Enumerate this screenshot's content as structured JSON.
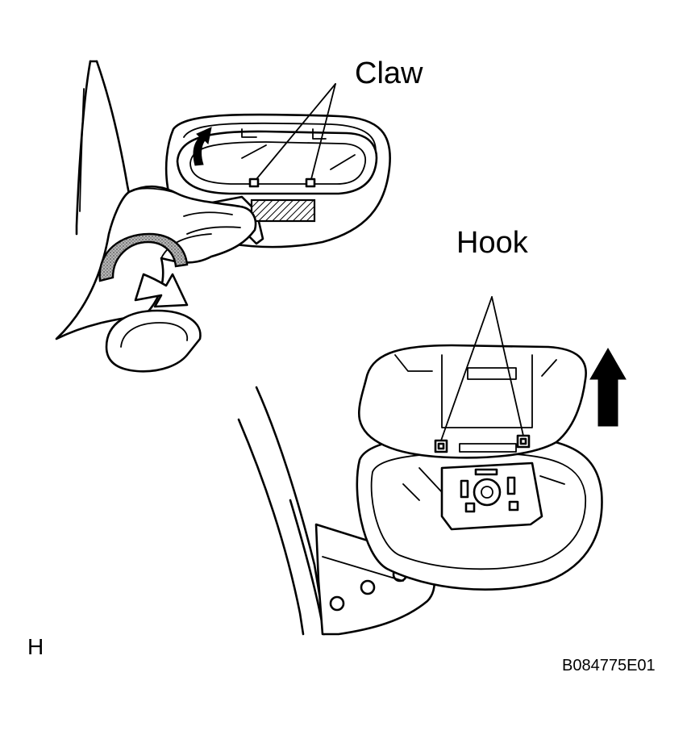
{
  "labels": {
    "claw": "Claw",
    "hook": "Hook",
    "view": "H",
    "figure_code": "B084775E01"
  },
  "colors": {
    "ink": "#000000",
    "paper": "#ffffff",
    "shade": "#8a8a8a"
  },
  "icons": {
    "rotation_arrow": "circular-rotate-arrow-icon",
    "lift_arrow": "up-arrow-icon"
  }
}
